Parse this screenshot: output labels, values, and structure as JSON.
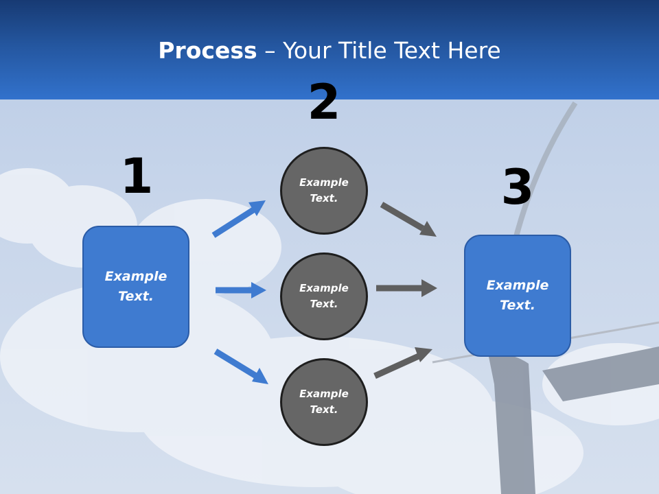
{
  "title": {
    "bold": "Process",
    "rest": " – Your Title Text Here"
  },
  "steps": {
    "one": {
      "number": "1",
      "label": "Example Text."
    },
    "two": {
      "number": "2",
      "items": [
        "Example Text.",
        "Example Text.",
        "Example Text."
      ]
    },
    "three": {
      "number": "3",
      "label": "Example Text."
    }
  },
  "colors": {
    "header": "#2a62b5",
    "box": "#3f7bd0",
    "circle": "#666666",
    "arrow_blue": "#3f7bd0",
    "arrow_gray": "#5f5f5f"
  }
}
